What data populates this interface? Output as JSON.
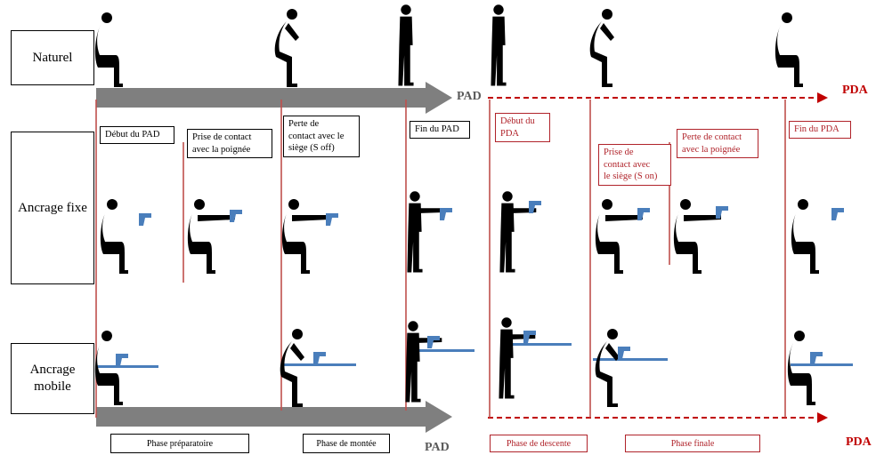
{
  "rows": {
    "naturel": "Naturel",
    "ancrage_fixe": "Ancrage fixe",
    "ancrage_mobile_1": "Ancrage",
    "ancrage_mobile_2": "mobile"
  },
  "arrows": {
    "pad_top": "PAD",
    "pda_top": "PDA",
    "pad_bottom": "PAD",
    "pda_bottom": "PDA"
  },
  "events": {
    "debut_pad": "Début du PAD",
    "prise_poignee_1": "Prise de contact",
    "prise_poignee_2": "avec la poignée",
    "perte_siege_1": "Perte de",
    "perte_siege_2": "contact avec le",
    "perte_siege_3": "siège (S off)",
    "fin_pad": "Fin du PAD",
    "debut_pda_1": "Début du",
    "debut_pda_2": "PDA",
    "prise_siege_1": "Prise de",
    "prise_siege_2": "contact avec",
    "prise_siege_3": "le siège (S on)",
    "perte_poignee_1": "Perte de contact",
    "perte_poignee_2": "avec la poignée",
    "fin_pda": "Fin du PDA"
  },
  "phases": {
    "preparatoire": "Phase préparatoire",
    "montee": "Phase de montée",
    "descente": "Phase de descente",
    "finale": "Phase finale"
  },
  "colors": {
    "pad_arrow": "#7f7f7f",
    "pda_accent": "#c00000",
    "divider": "#c0504d",
    "handle": "#4a7ebb"
  }
}
